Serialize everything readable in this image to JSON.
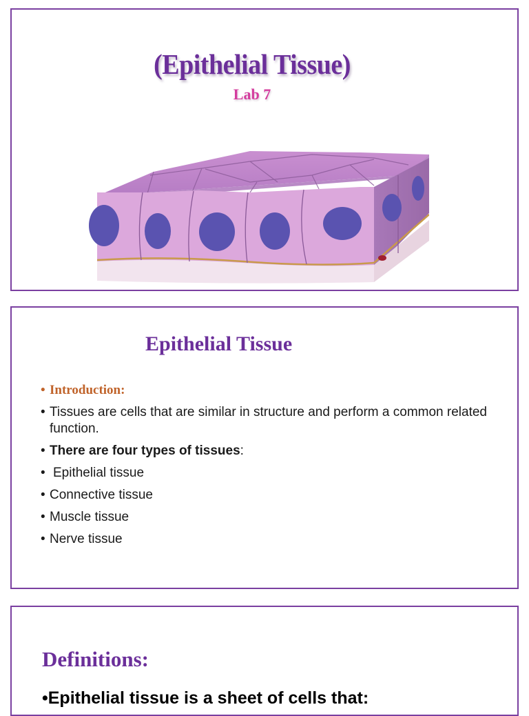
{
  "colors": {
    "border": "#7a3fa0",
    "title_purple": "#6b2f9a",
    "subtitle_pink": "#d43d9e",
    "intro_orange": "#c0632a",
    "body_text": "#1a1a1a"
  },
  "slide1": {
    "title": "(Epithelial Tissue)",
    "subtitle": "Lab 7",
    "image": "epithelial-tissue-cross-section-illustration"
  },
  "slide2": {
    "title": "Epithelial Tissue",
    "bullets": [
      {
        "text": "Introduction:"
      },
      {
        "text": "Tissues are cells that are similar in structure and perform a common related function."
      },
      {
        "bold": "There are four types of tissues",
        "rest": ":"
      },
      {
        "text": "Epithelial tissue"
      },
      {
        "text": "Connective tissue"
      },
      {
        "text": "Muscle tissue"
      },
      {
        "text": "Nerve tissue"
      }
    ],
    "bullet_char": "•"
  },
  "slide3": {
    "title": "Definitions:",
    "line": "•Epithelial tissue is a sheet of cells that:"
  }
}
